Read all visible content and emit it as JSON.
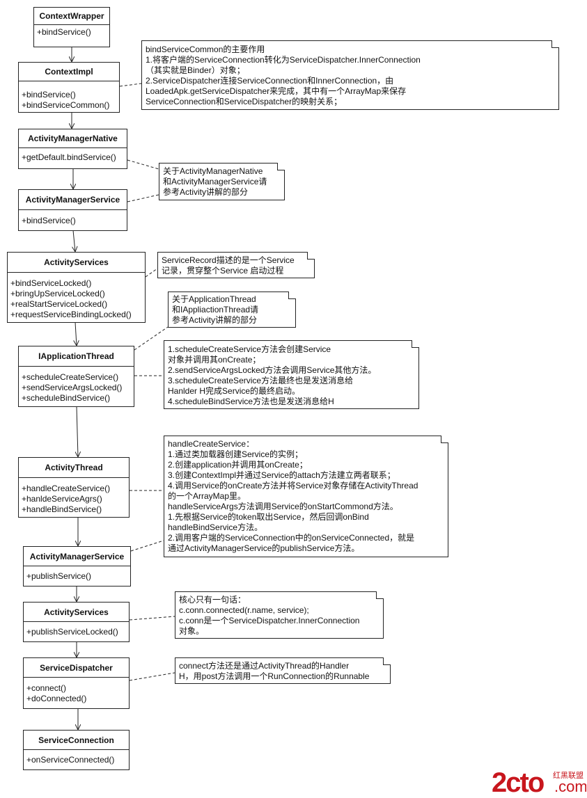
{
  "classes": [
    {
      "name": "ContextWrapper",
      "ops": [
        "+bindService()"
      ]
    },
    {
      "name": "ContextImpl",
      "ops": [
        "+bindService()",
        "+bindServiceCommon()"
      ]
    },
    {
      "name": "ActivityManagerNative",
      "ops": [
        "+getDefault.bindService()"
      ]
    },
    {
      "name": "ActivityManagerService",
      "ops": [
        "+bindService()"
      ]
    },
    {
      "name": "ActivityServices",
      "ops": [
        "+bindServiceLocked()",
        "+bringUpServiceLocked()",
        "+realStartServiceLocked()",
        "+requestServiceBindingLocked()"
      ]
    },
    {
      "name": "IApplicationThread",
      "ops": [
        "+scheduleCreateService()",
        "+sendServiceArgsLocked()",
        "+scheduleBindService()"
      ]
    },
    {
      "name": "ActivityThread",
      "ops": [
        "+handleCreateService()",
        "+hanldeServiceAgrs()",
        "+handleBindService()"
      ]
    },
    {
      "name": "ActivityManagerService",
      "ops": [
        "+publishService()"
      ]
    },
    {
      "name": "ActivityServices",
      "ops": [
        "+publishServiceLocked()"
      ]
    },
    {
      "name": "ServiceDispatcher",
      "ops": [
        "+connect()",
        "+doConnected()"
      ]
    },
    {
      "name": "ServiceConnection",
      "ops": [
        "+onServiceConnected()"
      ]
    }
  ],
  "notes": [
    {
      "lines": [
        "bindServiceCommon的主要作用",
        "1.将客户端的ServiceConnection转化为ServiceDispatcher.InnerConnection",
        "（其实就是Binder）对象；",
        "2.ServiceDispatcher连接ServiceConnection和InnerConnection，由",
        "LoadedApk.getServiceDispatcher来完成，其中有一个ArrayMap来保存",
        "ServiceConnection和ServiceDispatcher的映射关系；"
      ]
    },
    {
      "lines": [
        "关于ActivityManagerNative",
        "和ActivityManagerService请",
        "参考Activity讲解的部分"
      ]
    },
    {
      "lines": [
        "ServiceRecord描述的是一个Service",
        "记录，贯穿整个Service 启动过程"
      ]
    },
    {
      "lines": [
        "关于ApplicationThread",
        "和IAppliactionThread请",
        "参考Activity讲解的部分"
      ]
    },
    {
      "lines": [
        "1.scheduleCreateService方法会创建Service",
        "对象并调用其onCreate；",
        "2.sendServiceArgsLocked方法会调用Service其他方法。",
        "3.scheduleCreateService方法最终也是发送消息给",
        "Hanlder H完成Service的最终启动。",
        "4.scheduleBindService方法也是发送消息给H"
      ]
    },
    {
      "lines": [
        "handleCreateService：",
        "1.通过类加载器创建Service的实例；",
        "2.创建application并调用其onCreate；",
        "3.创建ContextImpl并通过Service的attach方法建立两者联系；",
        "4.调用Service的onCreate方法并将Service对象存储在ActivityThread",
        "的一个ArrayMap里。",
        "handleServiceArgs方法调用Service的onStartCommond方法。",
        "1.先根据Service的token取出Service，然后回调onBind",
        "handleBindService方法。",
        "2.调用客户端的ServiceConnection中的onServiceConnected，就是",
        "通过ActivityManagerService的publishService方法。"
      ]
    },
    {
      "lines": [
        "核心只有一句话：",
        "c.conn.connected(r.name, service);",
        "c.conn是一个ServiceDispatcher.InnerConnection",
        "对象。"
      ]
    },
    {
      "lines": [
        "connect方法还是通过ActivityThread的Handler",
        "H，用post方法调用一个RunConnection的Runnable"
      ]
    }
  ],
  "watermark": {
    "logo": "2cto",
    "suffix": ".com",
    "cn": "红黑联盟"
  },
  "colors": {
    "line": "#222222",
    "watermark": "#c8161d"
  }
}
